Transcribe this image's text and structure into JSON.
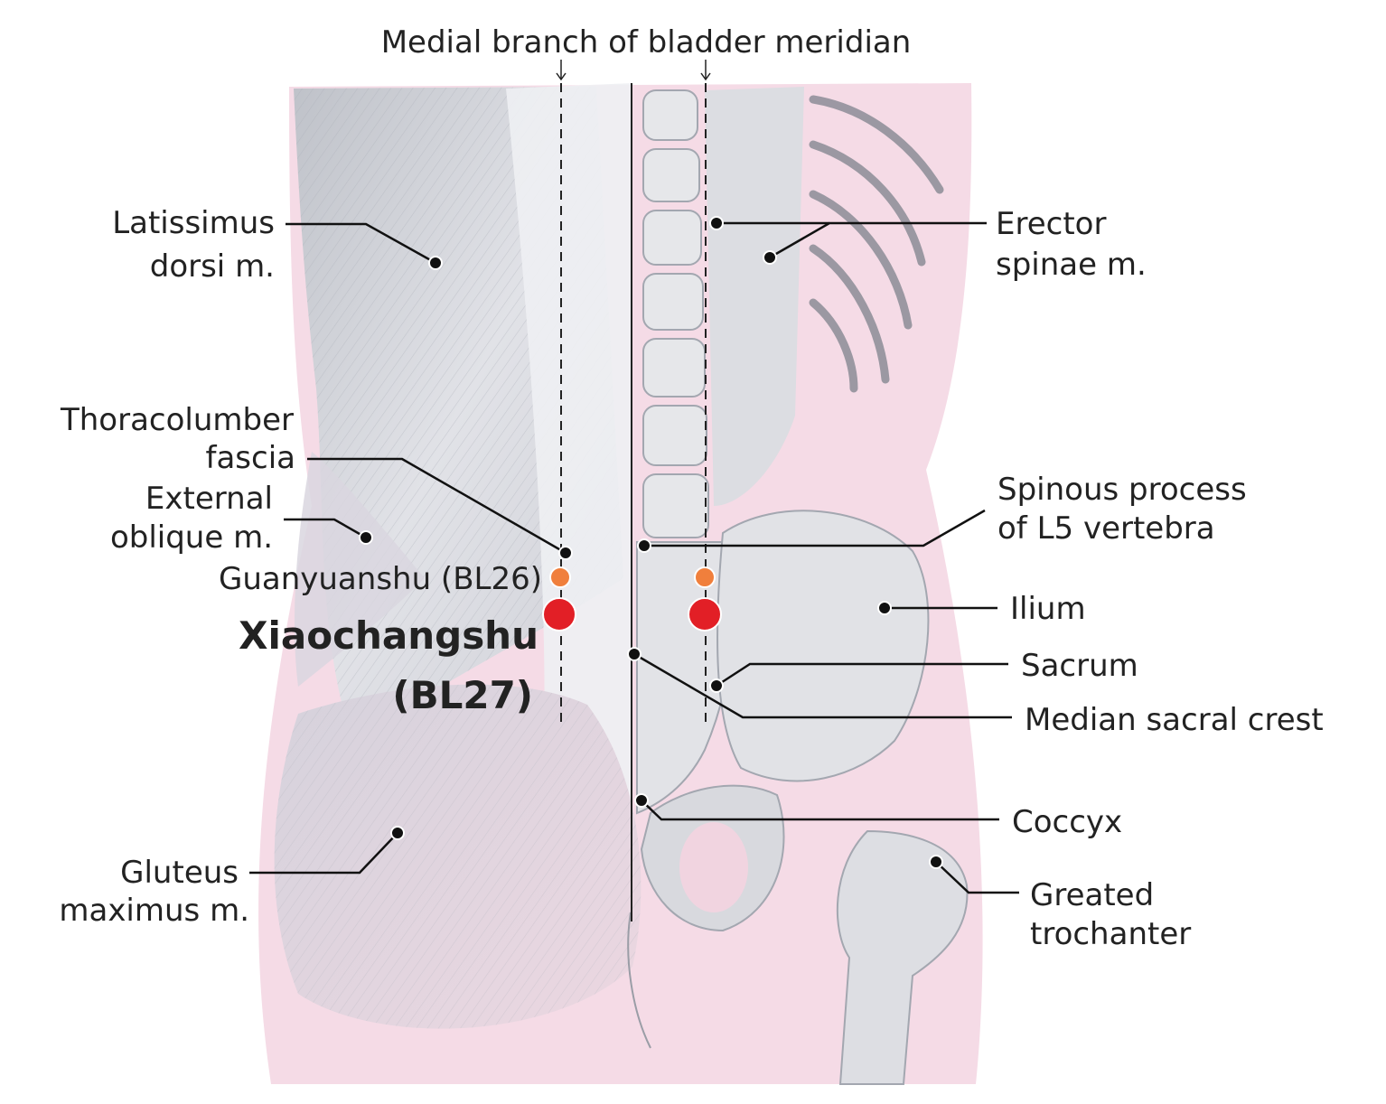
{
  "title": "Medial branch of bladder meridian",
  "acupoints": {
    "main": {
      "name": "Xiaochangshu",
      "code": "(BL27)"
    },
    "secondary": {
      "label": "Guanyuanshu (BL26)"
    }
  },
  "labels": {
    "latissimus": [
      "Latissimus",
      "dorsi m."
    ],
    "thoracolumbar": [
      "Thoracolumber",
      "fascia"
    ],
    "external_oblique": [
      "External",
      "oblique m."
    ],
    "gluteus": [
      "Gluteus",
      "maximus m."
    ],
    "erector": [
      "Erector",
      "spinae m."
    ],
    "spinous": [
      "Spinous process",
      "of L5 vertebra"
    ],
    "ilium": "Ilium",
    "sacrum": "Sacrum",
    "median_sacral": "Median sacral crest",
    "coccyx": "Coccyx",
    "trochanter": [
      "Greated",
      "trochanter"
    ]
  },
  "colors": {
    "main_point": "#e21f26",
    "secondary_point": "#f07f3c",
    "skin": "#f4d7e2",
    "muscle": "#d7d9de",
    "bone": "#e4e6ea"
  }
}
